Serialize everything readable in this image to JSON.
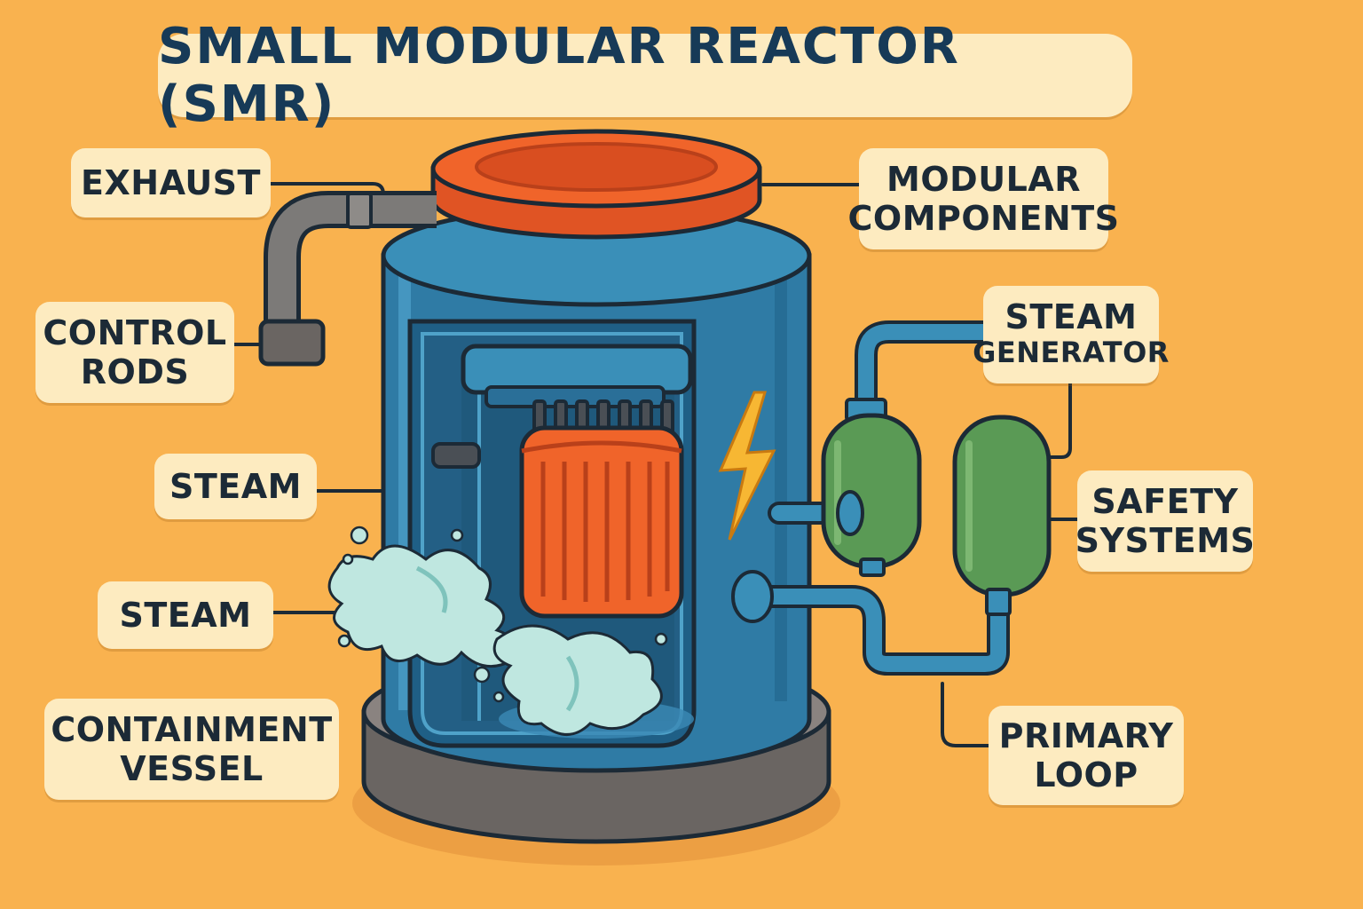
{
  "title": "SMALL MODULAR REACTOR (SMR)",
  "labels": {
    "exhaust": [
      "EXHAUST"
    ],
    "control_rods": [
      "CONTROL",
      "RODS"
    ],
    "steam_upper": [
      "STEAM"
    ],
    "steam_lower": [
      "STEAM"
    ],
    "containment_vessel": [
      "CONTAINMENT",
      "VESSEL"
    ],
    "modular_components": [
      "MODULAR",
      "COMPONENTS"
    ],
    "steam_generator": [
      "STEAM",
      "GENERATOR"
    ],
    "safety_systems": [
      "SAFETY",
      "SYSTEMS"
    ],
    "primary_loop": [
      "PRIMARY",
      "LOOP"
    ]
  },
  "colors": {
    "background": "#f9b24f",
    "vessel_blue": "#2f7ba5",
    "lid_orange": "#f0642a",
    "generator_green": "#5a9a55",
    "pipe_blue": "#3a8fb8",
    "label_fill": "#fdebc0",
    "outline": "#1c2a36"
  },
  "icons": {
    "bolt": "lightning-bolt-icon"
  }
}
